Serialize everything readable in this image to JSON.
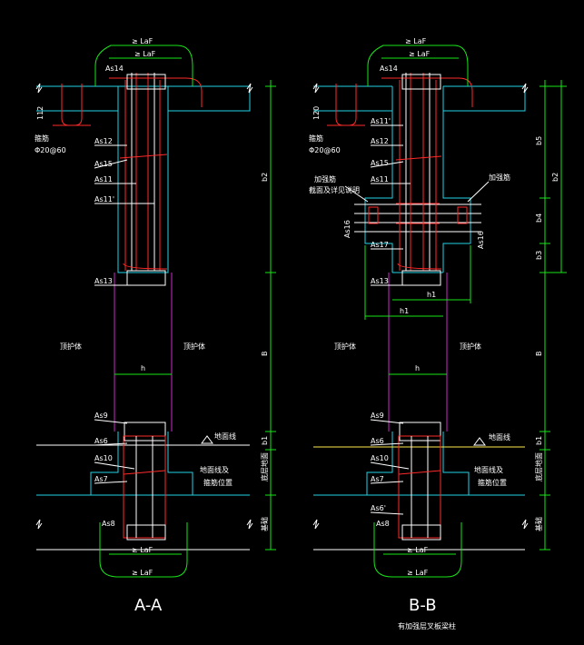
{
  "colors": {
    "background": "#000000",
    "concrete": "#22d3e6",
    "dimension": "#19e619",
    "rebar": "#ff2a2a",
    "stirrup": "#ffffff",
    "center": "#ff33ff",
    "ground": "#ffe94d"
  },
  "lap": {
    "la_top_outer": "≥ LaF",
    "la_top_inner": "≥ LaF",
    "la_bottom_outer": "≥ LaF",
    "la_bottom_inner": "≥ LaF"
  },
  "dims": {
    "d112": "112",
    "d120": "120",
    "b2": "b2",
    "b5": "b5",
    "b4": "b4",
    "b3": "b3",
    "B": "B",
    "b1": "b1",
    "h": "h",
    "h1a": "h1",
    "h1b": "h1"
  },
  "stirrupNote": {
    "left_a": "箍筋",
    "left_b": "Φ20@60",
    "right_a": "箍筋",
    "right_b": "Φ20@60"
  },
  "sideNotes": {
    "a_left": "顶护体",
    "a_right": "顶护体",
    "b_left": "顶护体",
    "b_right": "顶护体",
    "a_ground": "地面线",
    "a_floor": "地面线及",
    "a_floor2": "箍筋位置",
    "a_v1": "底层地面",
    "a_v2": "基础",
    "b_ground": "地面线",
    "b_floor": "地面线及",
    "b_floor2": "箍筋位置",
    "b_v1": "底层地面",
    "b_v2": "基础",
    "b_add_left1": "加强筋",
    "b_add_left2": "截面及详见说明",
    "b_add_right": "加强筋"
  },
  "sectionA": {
    "title": "A-A",
    "labels": [
      "As14",
      "As12",
      "As15",
      "As11",
      "As11'",
      "As13",
      "As9",
      "As6",
      "As10",
      "As7",
      "As8"
    ]
  },
  "sectionB": {
    "title": "B-B",
    "subtitle": "有加强层叉板梁柱",
    "labels": [
      "As14",
      "As11'",
      "As12",
      "As15",
      "As11",
      "As16",
      "As16",
      "As17",
      "As13",
      "As9",
      "As6",
      "As10",
      "As7",
      "As6'",
      "As8"
    ]
  }
}
